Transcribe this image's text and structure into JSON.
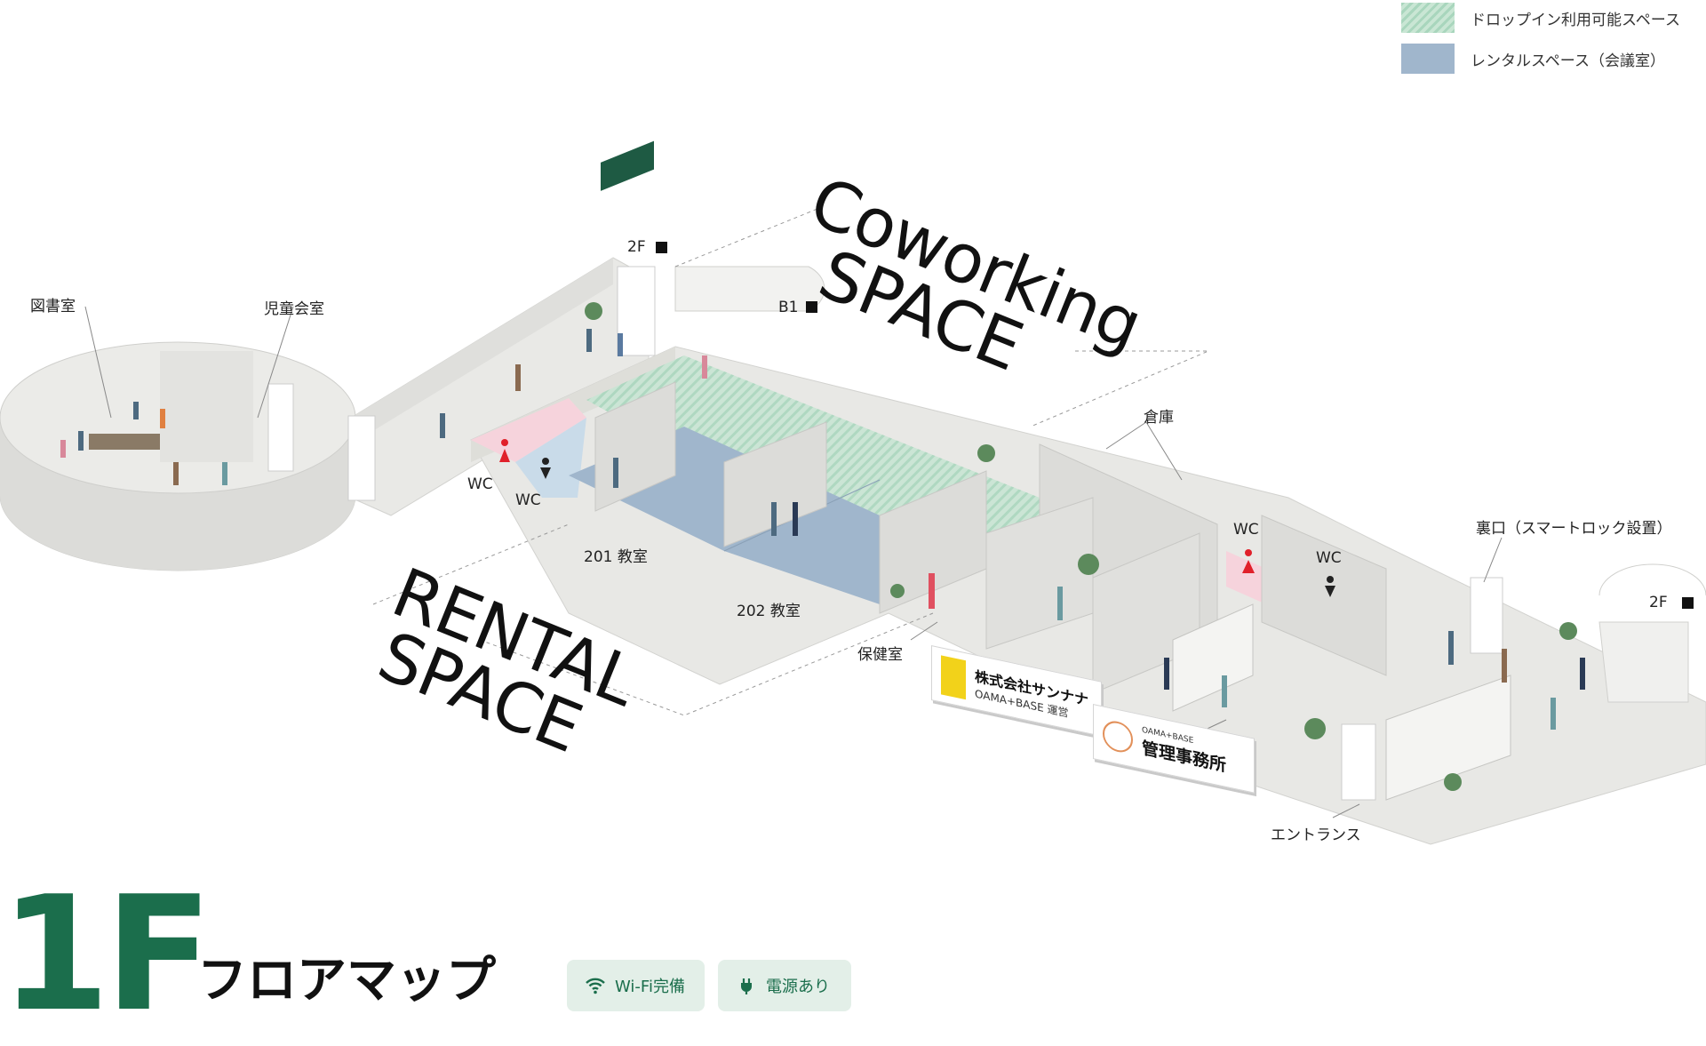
{
  "legend": {
    "items": [
      {
        "label": "ドロップイン利用可能スペース",
        "color": "#b8dcc6"
      },
      {
        "label": "レンタルスペース（会議室）",
        "color": "#a0b6cc"
      }
    ]
  },
  "map": {
    "coworking_line1": "Coworking",
    "coworking_line2": "SPACE",
    "rental_line1": "RENTAL",
    "rental_line2": "SPACE",
    "labels": {
      "library": "図書室",
      "children_hall": "児童会室",
      "stairs_2f_top": "2F",
      "stairs_b1": "B1",
      "wc_left_1": "WC",
      "wc_left_2": "WC",
      "class_201": "201 教室",
      "class_202": "202 教室",
      "storage": "倉庫",
      "wc_right_1": "WC",
      "wc_right_2": "WC",
      "back_door": "裏口（スマートロック設置）",
      "stairs_2f_right": "2F",
      "health_room": "保健室",
      "entrance": "エントランス"
    },
    "sign_company": {
      "name": "株式会社サンナナ",
      "sub": "OAMA+BASE 運営"
    },
    "sign_office": {
      "logo_text": "OAMA+BASE",
      "name": "管理事務所"
    },
    "colors": {
      "floor": "#e6e6e3",
      "wall": "#d9d9d6",
      "green_area": "#b8dcc6",
      "blue_area": "#a0b6cc",
      "pink_area": "#f6d3dc",
      "wc_red": "#e0202a",
      "chalkboard": "#1e5a43"
    }
  },
  "footer": {
    "floor_number": "1F",
    "floor_title": "フロアマップ",
    "chips": [
      {
        "label": "Wi-Fi完備",
        "icon": "wifi-icon"
      },
      {
        "label": "電源あり",
        "icon": "plug-icon"
      }
    ],
    "accent_color": "#1b6e4c"
  }
}
